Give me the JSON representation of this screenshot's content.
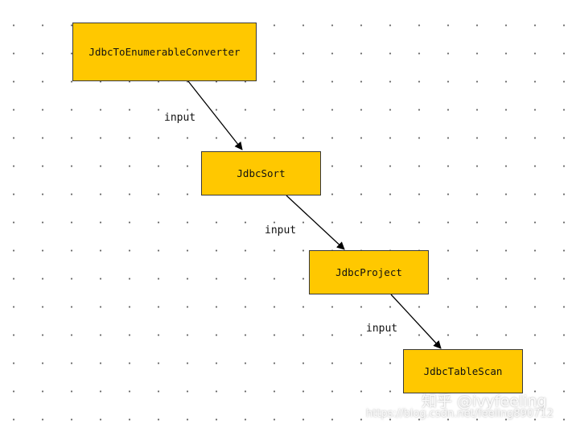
{
  "diagram": {
    "nodes": [
      {
        "id": "n1",
        "label": "JdbcToEnumerableConverter"
      },
      {
        "id": "n2",
        "label": "JdbcSort"
      },
      {
        "id": "n3",
        "label": "JdbcProject"
      },
      {
        "id": "n4",
        "label": "JdbcTableScan"
      }
    ],
    "edges": [
      {
        "from": "n1",
        "to": "n2",
        "label": "input"
      },
      {
        "from": "n2",
        "to": "n3",
        "label": "input"
      },
      {
        "from": "n3",
        "to": "n4",
        "label": "input"
      }
    ],
    "node_fill": "#ffc800",
    "node_border": "#3a3a3a"
  },
  "watermark": {
    "main": "知乎 @ivyfeeling",
    "sub": "https://blog.csdn.net/feeling890712"
  }
}
